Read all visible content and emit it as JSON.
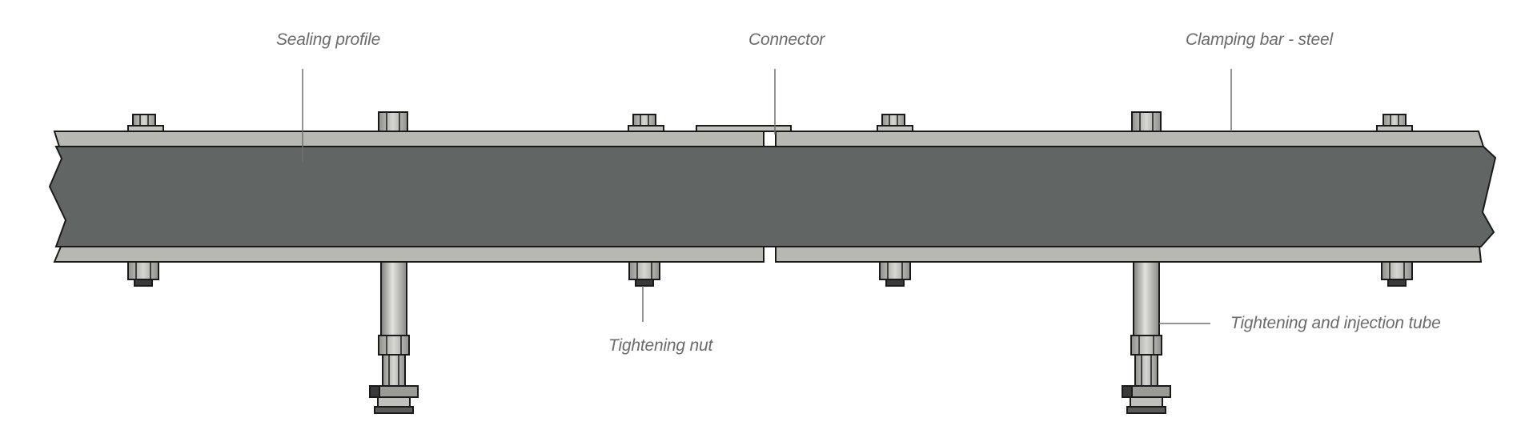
{
  "labels": {
    "sealing_profile": "Sealing profile",
    "connector": "Connector",
    "clamping_bar": "Clamping bar - steel",
    "tightening_nut": "Tightening nut",
    "injection_tube": "Tightening and injection tube"
  },
  "colors": {
    "bar_light": "#b8b8b3",
    "profile_dark": "#616563",
    "outline": "#1a1a1a",
    "leader": "#707070",
    "label_text": "#6b6b6b"
  }
}
